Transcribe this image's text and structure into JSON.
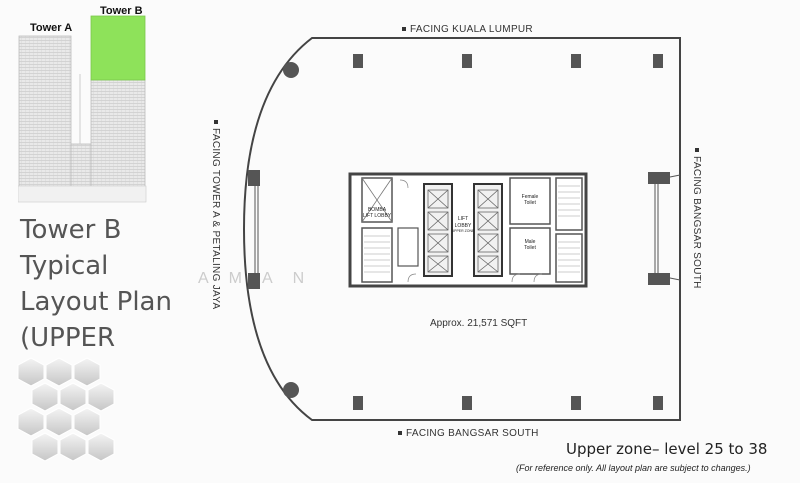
{
  "towers": {
    "tower_a": "Tower A",
    "tower_b": "Tower B",
    "highlight_color": "#8ee25a"
  },
  "title": {
    "line1": "Tower B",
    "line2": "Typical",
    "line3": "Layout Plan",
    "line4": "(UPPER"
  },
  "facing": {
    "top": "FACING KUALA LUMPUR",
    "bottom": "FACING BANGSAR SOUTH",
    "left": "FACING TOWER A & PETALING JAYA",
    "right": "FACING BANGSAR SOUTH"
  },
  "core": {
    "bomba": "BOMBA",
    "bomba_lobby": "LIFT LOBBY",
    "lift": "LIFT",
    "lobby": "LOBBY",
    "lobby_sub": "UPPER ZONE",
    "female": "Female",
    "female2": "Toilet",
    "male": "Male",
    "male2": "Toilet"
  },
  "area": "Approx. 21,571 SQFT",
  "watermark": "AMAN",
  "zone": "Upper zone– level 25 to 38",
  "disclaimer": "(For reference only. All layout plan are subject to changes.)"
}
